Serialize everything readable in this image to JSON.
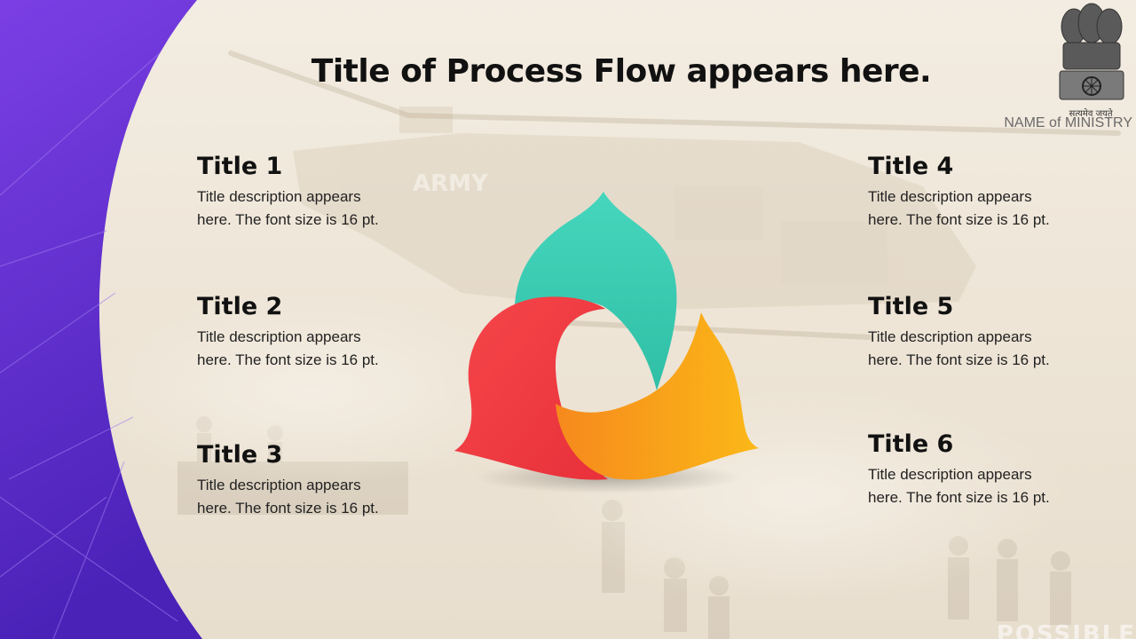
{
  "slide": {
    "title": "Title of Process Flow appears here.",
    "header_right": {
      "emblem_icon": "state-emblem-icon",
      "motto": "सत्यमेव जयते",
      "ministry": "NAME of MINISTRY"
    },
    "left_items": [
      {
        "title": "Title 1",
        "description": "Title description appears here. The font size is 16 pt."
      },
      {
        "title": "Title 2",
        "description": "Title description appears here. The font size is 16 pt."
      },
      {
        "title": "Title 3",
        "description": "Title description appears here. The font size is 16 pt."
      }
    ],
    "right_items": [
      {
        "title": "Title 4",
        "description": "Title description appears here. The font size is 16 pt."
      },
      {
        "title": "Title 5",
        "description": "Title description appears here. The font size is 16 pt."
      },
      {
        "title": "Title 6",
        "description": "Title description appears here. The font size is 16 pt."
      }
    ],
    "brand": "POSSIBLE",
    "colors": {
      "band_top": "#7b3fe4",
      "band_bottom": "#4a22b8",
      "petal_teal": "#3ecfb6",
      "petal_red": "#f2393d",
      "petal_orange": "#f9a51a"
    },
    "background_icon": "army-helicopter-photo"
  }
}
